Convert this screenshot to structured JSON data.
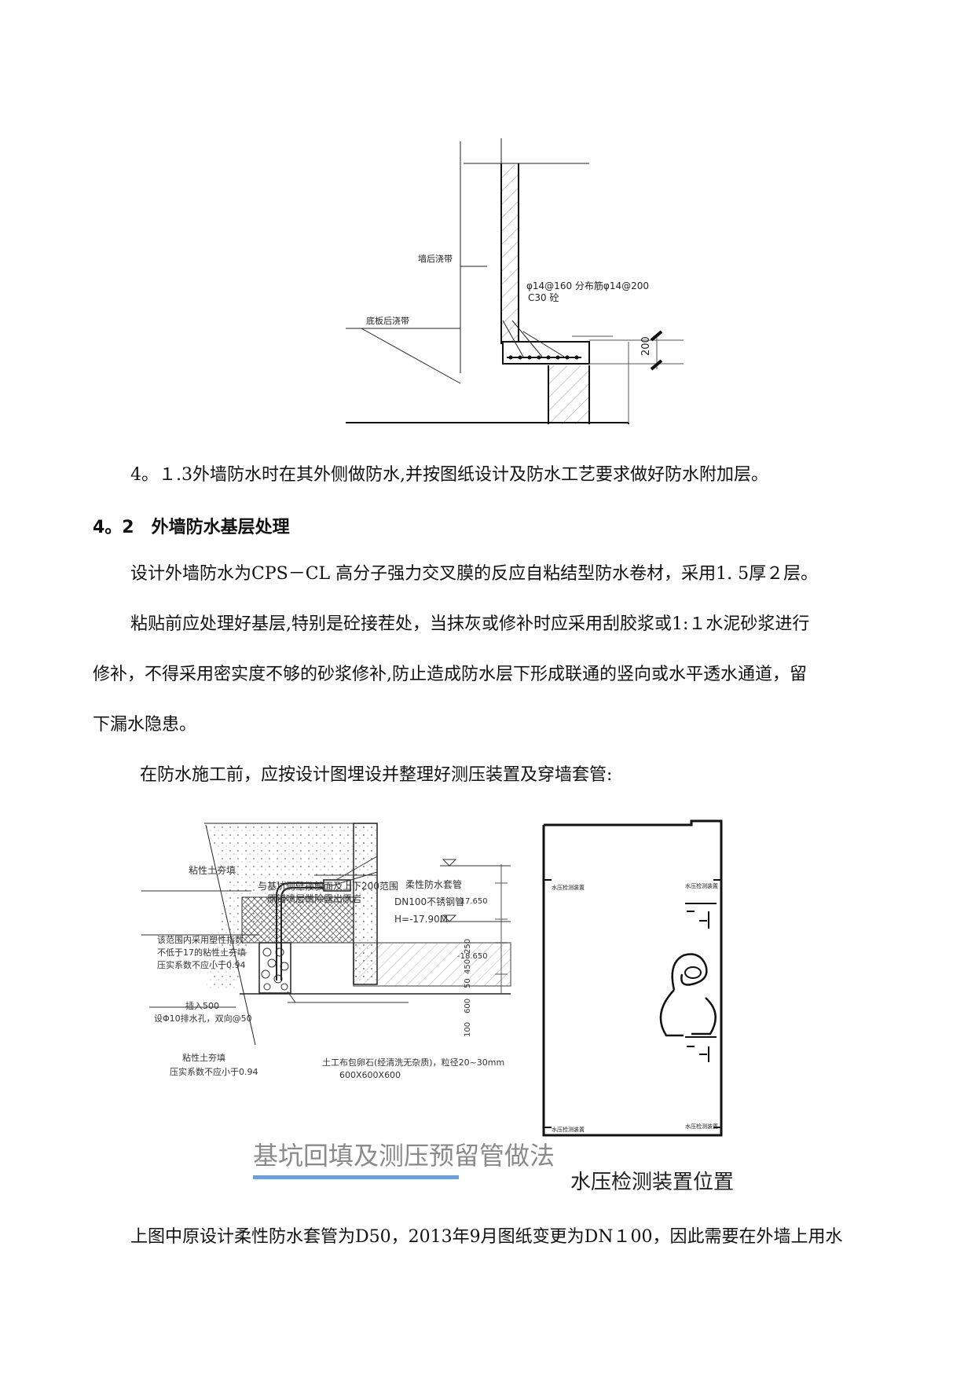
{
  "figure1": {
    "labels": {
      "wall_post_pour": "墙后浇带",
      "slab_post_pour": "底板后浇带",
      "rebar": "φ14@160 分布筋φ14@200",
      "concrete": "C30 砼",
      "dim_200": "200"
    }
  },
  "paragraphs": {
    "p1": "4。１.3外墙防水时在其外侧做防水,并按图纸设计及防水工艺要求做好防水附加层。",
    "heading": "4。2　外墙防水基层处理",
    "p2": "设计外墙防水为CPS－CL 高分子强力交叉膜的反应自粘结型防水卷材，采用1. 5厚２层。",
    "p3_line1": "粘贴前应处理好基层,特别是砼接茬处，当抹灰或修补时应采用刮胶浆或1:１水泥砂浆进行",
    "p3_line2": "修补，不得采用密实度不够的砂浆修补,防止造成防水层下形成联通的竖向或水平透水通道，留",
    "p3_line3": "下漏水隐患。",
    "p4": "在防水施工前，应按设计图埋设并整理好测压装置及穿墙套管:",
    "p5": "上图中原设计柔性防水套管为D50，2013年9月图纸变更为DN１00，因此需要在外墙上用水"
  },
  "figure2": {
    "caption": "基坑回填及测压预留管做法",
    "labels": {
      "clay_backfill_top": "粘性土夯填",
      "contact_note_1": "与基坑侧壁接触面及上下200范围",
      "contact_note_2": "原锚喷层凿除露出原岩",
      "flex_sleeve": "柔性防水套管",
      "stainless_pipe": "DN100不锈钢管",
      "elev_h": "H=-17.90M",
      "elev_top": "-17.650",
      "elev_mid": "-18.650",
      "zone_note_1": "该范围内采用塑性指数",
      "zone_note_2": "不低于17的粘性土夯填",
      "zone_note_3": "压实系数不应小于0.94",
      "insert_1": "插入500",
      "insert_2": "设Φ10排水孔，双向@50",
      "clay_backfill_bottom_1": "粘性土夯填",
      "clay_backfill_bottom_2": "压实系数不应小于0.94",
      "gravel_1": "土工布包卵石(经清洗无杂质)，粒径20~30mm",
      "gravel_2": "600X600X600",
      "dim_250": "250",
      "dim_450": "450",
      "dim_50": "50",
      "dim_600": "600",
      "dim_100": "100"
    }
  },
  "figure3": {
    "caption": "水压检测装置位置",
    "labels": {
      "device_label": "水压检测装置"
    }
  }
}
